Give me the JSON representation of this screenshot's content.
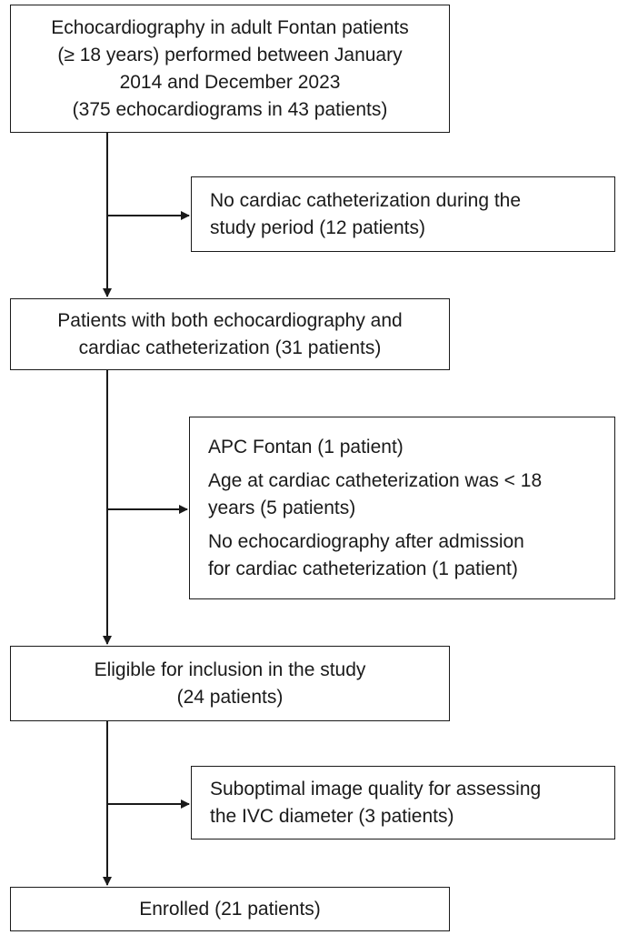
{
  "flow": {
    "main": [
      {
        "lines": [
          "Echocardiography in adult Fontan patients",
          "(≥ 18 years) performed between January",
          "2014 and December 2023",
          "(375 echocardiograms in 43 patients)"
        ]
      },
      {
        "lines": [
          "Patients with both echocardiography and",
          "cardiac catheterization (31 patients)"
        ]
      },
      {
        "lines": [
          "Eligible for inclusion in the study",
          "(24 patients)"
        ]
      },
      {
        "lines": [
          "Enrolled (21 patients)"
        ]
      }
    ],
    "exclusions": [
      {
        "items": [
          [
            "No cardiac catheterization during the",
            "study period (12 patients)"
          ]
        ]
      },
      {
        "items": [
          [
            "APC Fontan (1 patient)"
          ],
          [
            "Age at cardiac catheterization was < 18",
            "years (5 patients)"
          ],
          [
            "No echocardiography after admission",
            "for cardiac catheterization  (1 patient)"
          ]
        ]
      },
      {
        "items": [
          [
            "Suboptimal image quality for assessing",
            "the IVC diameter (3 patients)"
          ]
        ]
      }
    ]
  }
}
